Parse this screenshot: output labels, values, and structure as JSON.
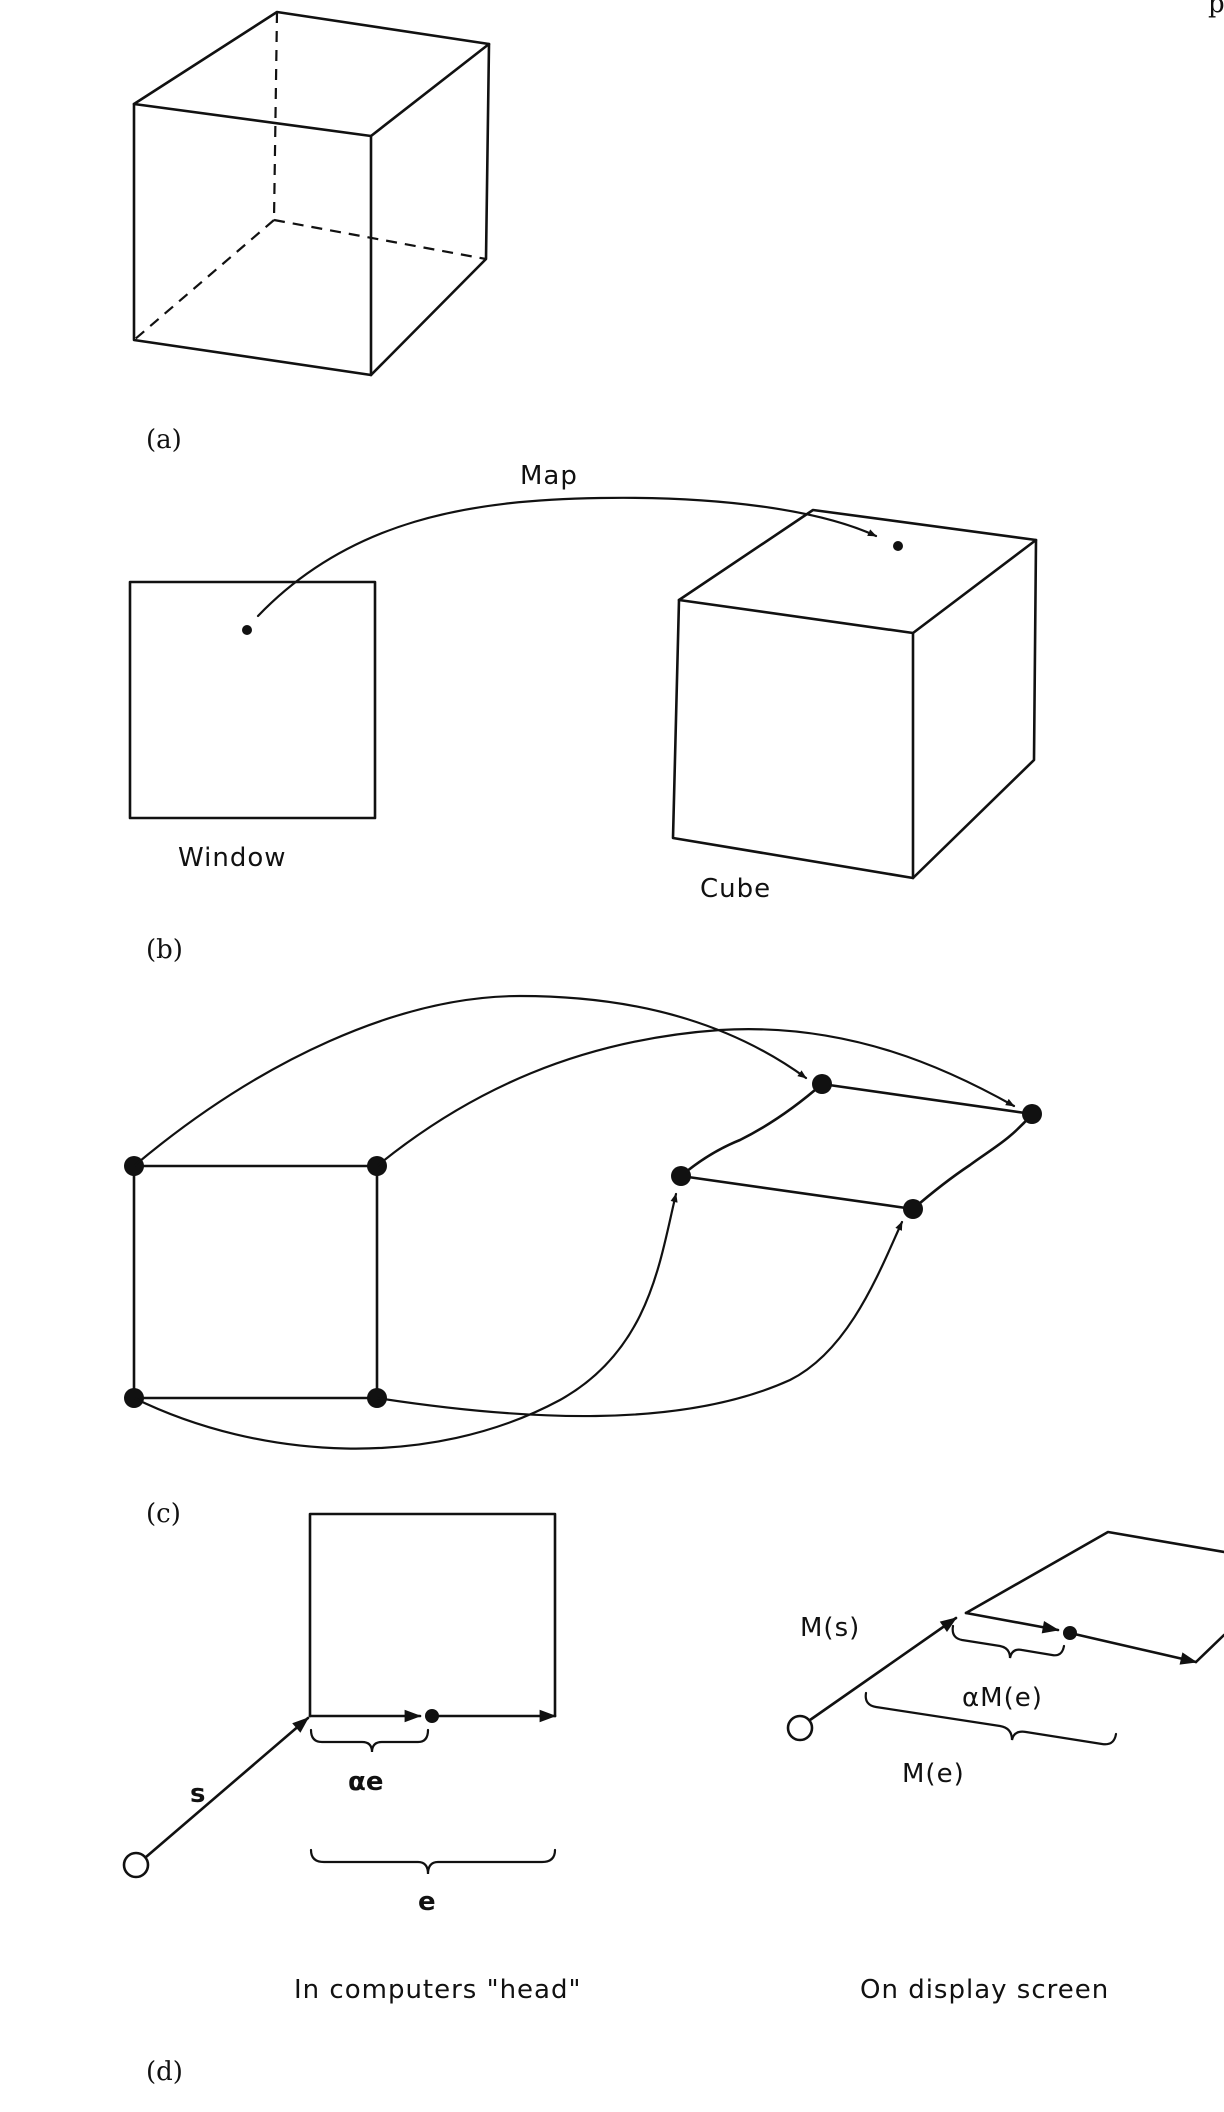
{
  "header_fragment": "p",
  "panels": {
    "a": {
      "label": "(a)"
    },
    "b": {
      "label": "(b)",
      "map_label": "Map",
      "window_label": "Window",
      "cube_label": "Cube"
    },
    "c": {
      "label": "(c)"
    },
    "d": {
      "label": "(d)",
      "s_label": "s",
      "alpha_e_label": "αe",
      "e_label": "e",
      "ms_label": "M(s)",
      "alpha_me_label": "αM(e)",
      "me_label": "M(e)",
      "left_caption": "In computers \"head\"",
      "right_caption": "On display screen"
    }
  }
}
